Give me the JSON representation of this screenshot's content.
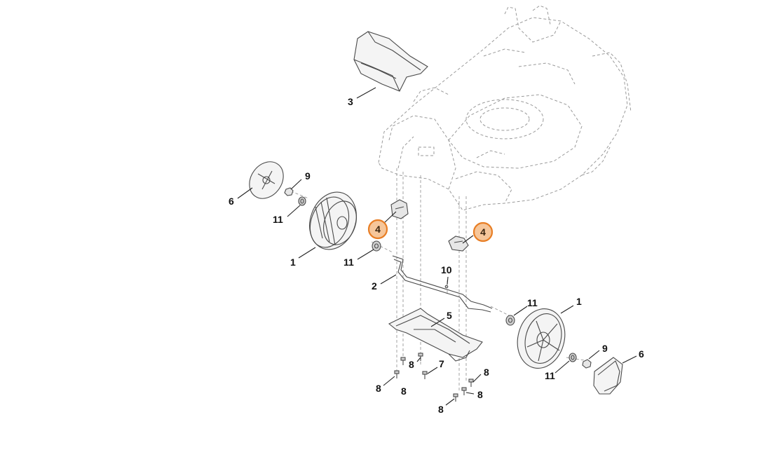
{
  "diagram": {
    "callouts": [
      {
        "id": "c-3",
        "label": "3",
        "highlighted": false
      },
      {
        "id": "c-6a",
        "label": "6",
        "highlighted": false
      },
      {
        "id": "c-9a",
        "label": "9",
        "highlighted": false
      },
      {
        "id": "c-11a",
        "label": "11",
        "highlighted": false
      },
      {
        "id": "c-4a",
        "label": "4",
        "highlighted": true
      },
      {
        "id": "c-1a",
        "label": "1",
        "highlighted": false
      },
      {
        "id": "c-11b",
        "label": "11",
        "highlighted": false
      },
      {
        "id": "c-4b",
        "label": "4",
        "highlighted": true
      },
      {
        "id": "c-10",
        "label": "10",
        "highlighted": false
      },
      {
        "id": "c-2",
        "label": "2",
        "highlighted": false
      },
      {
        "id": "c-11c",
        "label": "11",
        "highlighted": false
      },
      {
        "id": "c-1b",
        "label": "1",
        "highlighted": false
      },
      {
        "id": "c-5",
        "label": "5",
        "highlighted": false
      },
      {
        "id": "c-9b",
        "label": "9",
        "highlighted": false
      },
      {
        "id": "c-6b",
        "label": "6",
        "highlighted": false
      },
      {
        "id": "c-8a",
        "label": "8",
        "highlighted": false
      },
      {
        "id": "c-7",
        "label": "7",
        "highlighted": false
      },
      {
        "id": "c-8b",
        "label": "8",
        "highlighted": false
      },
      {
        "id": "c-8c",
        "label": "8",
        "highlighted": false
      },
      {
        "id": "c-8d",
        "label": "8",
        "highlighted": false
      },
      {
        "id": "c-11d",
        "label": "11",
        "highlighted": false
      },
      {
        "id": "c-8e",
        "label": "8",
        "highlighted": false
      },
      {
        "id": "c-8f",
        "label": "8",
        "highlighted": false
      }
    ],
    "colors": {
      "highlight_fill": "#f6c69a",
      "highlight_stroke": "#e87e25",
      "line": "#4a4a4a",
      "ghost_line": "#9a9a9a"
    }
  }
}
